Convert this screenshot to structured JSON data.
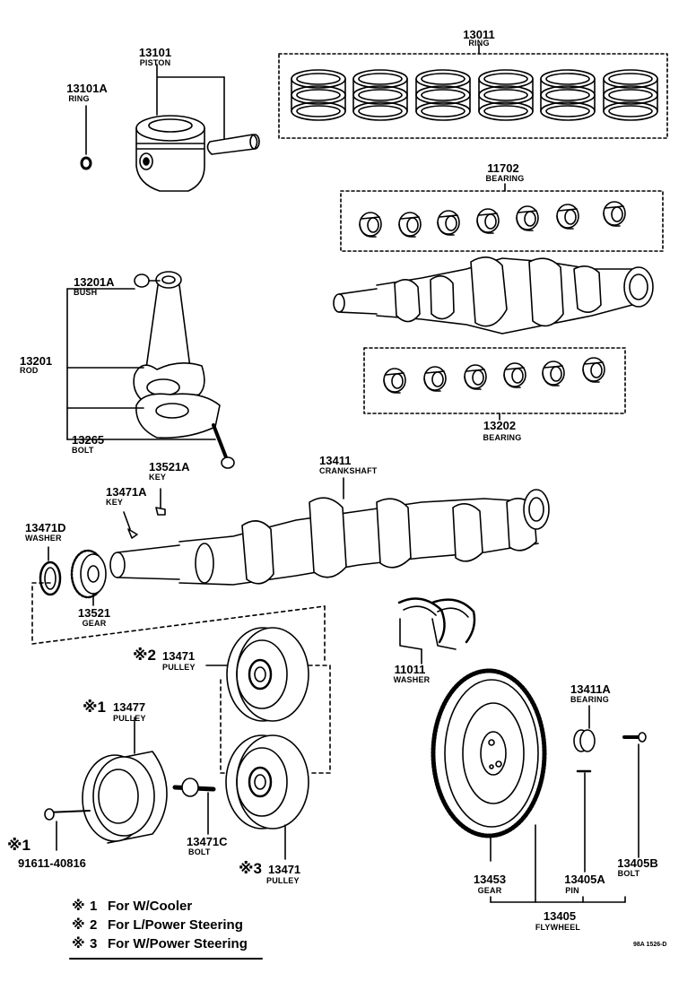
{
  "parts": {
    "p13011": {
      "number": "13011",
      "name": "RING"
    },
    "p13101": {
      "number": "13101",
      "name": "PISTON"
    },
    "p13101A": {
      "number": "13101A",
      "name": "RING"
    },
    "p11702": {
      "number": "11702",
      "name": "BEARING"
    },
    "p13201A": {
      "number": "13201A",
      "name": "BUSH"
    },
    "p13201": {
      "number": "13201",
      "name": "ROD"
    },
    "p13265": {
      "number": "13265",
      "name": "BOLT"
    },
    "p13202": {
      "number": "13202",
      "name": "BEARING"
    },
    "p13521A": {
      "number": "13521A",
      "name": "KEY"
    },
    "p13411": {
      "number": "13411",
      "name": "CRANKSHAFT"
    },
    "p13471A": {
      "number": "13471A",
      "name": "KEY"
    },
    "p13471D": {
      "number": "13471D",
      "name": "WASHER"
    },
    "p13521": {
      "number": "13521",
      "name": "GEAR"
    },
    "p13471_2": {
      "mark": "※2",
      "number": "13471",
      "name": "PULLEY"
    },
    "p11011": {
      "number": "11011",
      "name": "WASHER"
    },
    "p13477": {
      "mark": "※1",
      "number": "13477",
      "name": "PULLEY"
    },
    "p13411A": {
      "number": "13411A",
      "name": "BEARING"
    },
    "p9161140816": {
      "mark": "※1",
      "number": "91611-40816"
    },
    "p13471C": {
      "number": "13471C",
      "name": "BOLT"
    },
    "p13471_3": {
      "mark": "※3",
      "number": "13471",
      "name": "PULLEY"
    },
    "p13405B": {
      "number": "13405B",
      "name": "BOLT"
    },
    "p13453": {
      "number": "13453",
      "name": "GEAR"
    },
    "p13405A": {
      "number": "13405A",
      "name": "PIN"
    },
    "p13405": {
      "number": "13405",
      "name": "FLYWHEEL"
    }
  },
  "legend": [
    {
      "mark": "※",
      "num": "1",
      "text": "For W/Cooler"
    },
    {
      "mark": "※",
      "num": "2",
      "text": "For L/Power Steering"
    },
    {
      "mark": "※",
      "num": "3",
      "text": "For W/Power Steering"
    }
  ],
  "figure_code": "98A 1526-D"
}
